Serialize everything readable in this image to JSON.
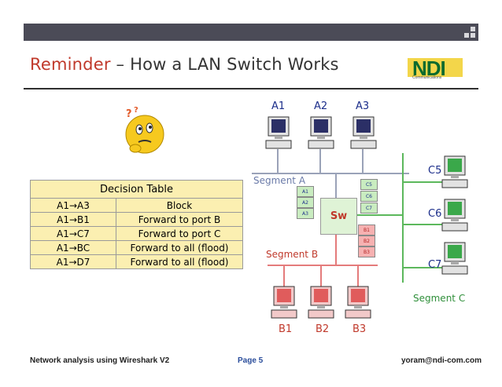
{
  "header": {
    "title_accent": "Reminder",
    "title_rest": " – How a LAN Switch Works"
  },
  "logo": {
    "text": "NDI",
    "sub": "Communications"
  },
  "decision_table": {
    "title": "Decision Table",
    "rows": [
      [
        "A1→A3",
        "Block"
      ],
      [
        "A1→B1",
        "Forward to port B"
      ],
      [
        "A1→C7",
        "Forward to port C"
      ],
      [
        "A1→BC",
        "Forward to all (flood)"
      ],
      [
        "A1→D7",
        "Forward to all (flood)"
      ]
    ]
  },
  "diagram": {
    "hosts_top": [
      "A1",
      "A2",
      "A3"
    ],
    "hosts_bottom": [
      "B1",
      "B2",
      "B3"
    ],
    "hosts_right": [
      "C5",
      "C6",
      "C7"
    ],
    "segments": {
      "a": "Segment A",
      "b": "Segment B",
      "c": "Segment C"
    },
    "switch_label": "Sw",
    "port_a": [
      "A1",
      "A2",
      "A3"
    ],
    "port_c": [
      "C5",
      "C6",
      "C7"
    ],
    "port_b": [
      "B1",
      "B2",
      "B3"
    ],
    "colors": {
      "segment_a": "#9aa2b8",
      "segment_b": "#e47b7b",
      "segment_c": "#5cb85c",
      "accent": "#c0392b",
      "label": "#1b2d8a"
    }
  },
  "footer": {
    "left": "Network analysis using Wireshark V2",
    "center": "Page 5",
    "right": "yoram@ndi-com.com"
  }
}
